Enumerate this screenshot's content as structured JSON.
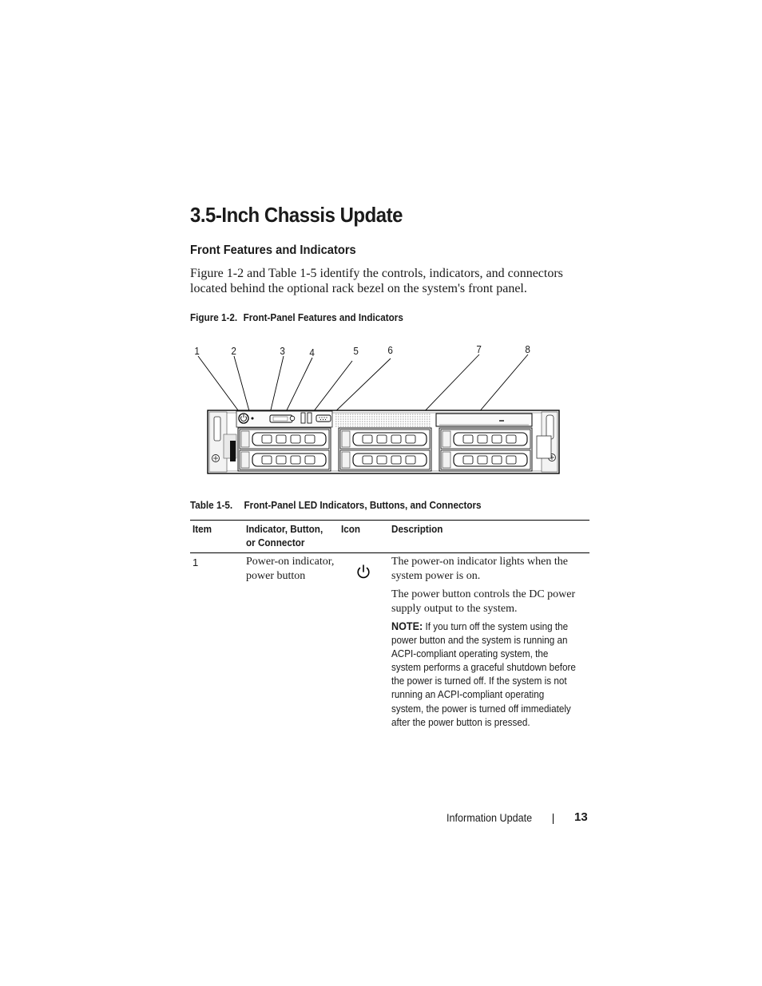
{
  "title": "3.5-Inch Chassis Update",
  "section_heading": "Front Features and Indicators",
  "intro": "Figure 1-2 and Table 1-5 identify the controls, indicators, and connectors located behind the optional rack bezel on the system's front panel.",
  "figure": {
    "number": "Figure 1-2.",
    "title": "Front-Panel Features and Indicators",
    "callouts": [
      "1",
      "2",
      "3",
      "4",
      "5",
      "6",
      "7",
      "8"
    ]
  },
  "table": {
    "number": "Table 1-5.",
    "title": "Front-Panel LED Indicators, Buttons, and Connectors",
    "headers": {
      "item": "Item",
      "indicator_line1": "Indicator, Button,",
      "indicator_line2": "or Connector",
      "icon": "Icon",
      "description": "Description"
    },
    "rows": [
      {
        "item": "1",
        "indicator": "Power-on indicator, power button",
        "icon": "power-icon",
        "description_1": "The power-on indicator lights when the system power is on.",
        "description_2": "The power button controls the DC power supply output to the system.",
        "note_label": "NOTE:",
        "note_text": "If you turn off the system using the power button and the system is running an ACPI-compliant operating system, the system performs a graceful shutdown before the power is turned off. If the system is not running an ACPI-compliant operating system, the power is turned off immediately after the power button is pressed."
      }
    ]
  },
  "footer": {
    "text": "Information Update",
    "page_number": "13"
  }
}
